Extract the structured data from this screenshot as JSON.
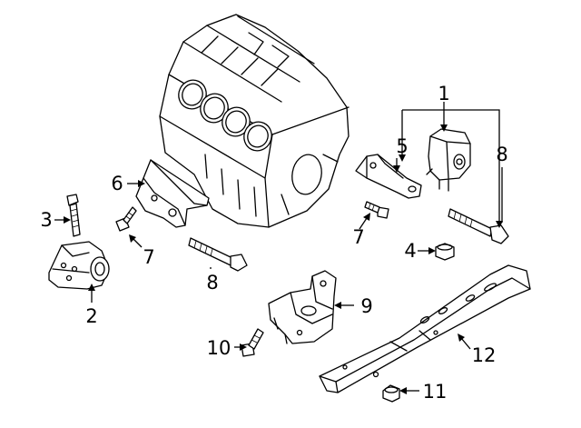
{
  "callouts": [
    {
      "id": "1",
      "text": "1"
    },
    {
      "id": "2",
      "text": "2"
    },
    {
      "id": "3",
      "text": "3"
    },
    {
      "id": "4",
      "text": "4"
    },
    {
      "id": "5",
      "text": "5"
    },
    {
      "id": "6",
      "text": "6"
    },
    {
      "id": "7a",
      "text": "7"
    },
    {
      "id": "7b",
      "text": "7"
    },
    {
      "id": "8a",
      "text": "8"
    },
    {
      "id": "8b",
      "text": "8"
    },
    {
      "id": "9",
      "text": "9"
    },
    {
      "id": "10",
      "text": "10"
    },
    {
      "id": "11",
      "text": "11"
    },
    {
      "id": "12",
      "text": "12"
    }
  ]
}
